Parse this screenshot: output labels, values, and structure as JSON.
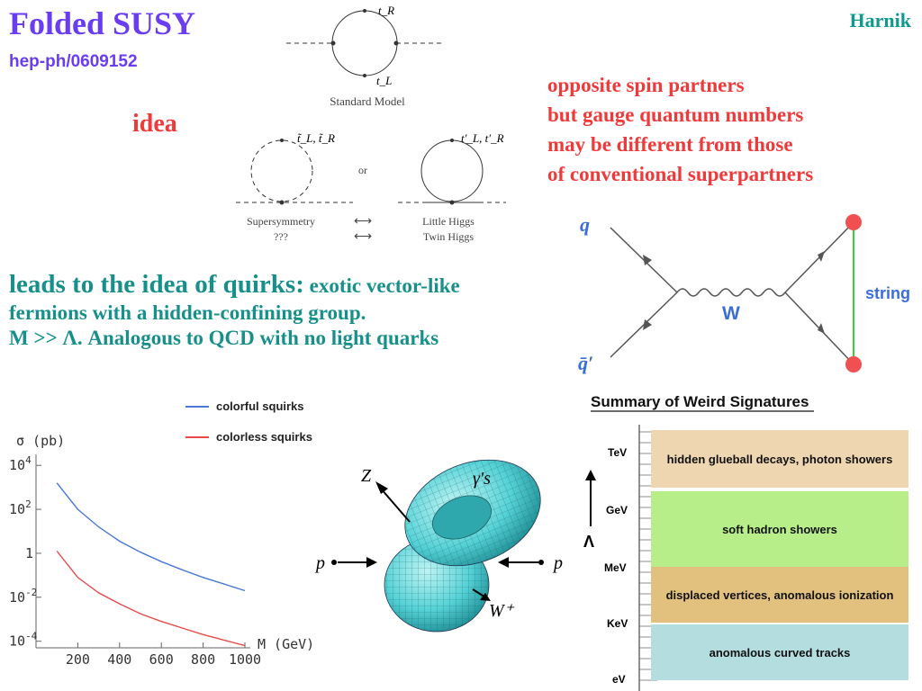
{
  "header": {
    "title": "Folded SUSY",
    "reference": "hep-ph/0609152",
    "author": "Harnik"
  },
  "idea_label": "idea",
  "loops": {
    "sm_top": "t_R",
    "sm_bottom": "t_L",
    "sm_caption": "Standard Model",
    "susy_top": "t̃_L, t̃_R",
    "or": "or",
    "lh_top": "t′_L, t′_R",
    "left_caption_1": "Supersymmetry",
    "left_caption_2": "???",
    "arrow_1": "⟷",
    "arrow_2": "⟷",
    "right_caption_1": "Little Higgs",
    "right_caption_2": "Twin Higgs"
  },
  "partners_text": [
    "opposite spin partners",
    "but gauge quantum numbers",
    "may be different from those",
    "of conventional superpartners"
  ],
  "quirks": {
    "line1_main": "leads to the idea of quirks:",
    "line1_small": " exotic vector-like",
    "line2": "fermions with a hidden-confining group.",
    "line3": "M >> Λ. Analogous to QCD with no light quarks"
  },
  "feynman": {
    "q": "q",
    "qbar": "q̄′",
    "w": "W",
    "string": "string"
  },
  "collider": {
    "z": "Z",
    "gammas": "γ's",
    "p_left": "p",
    "p_right": "p",
    "w_plus": "W⁺"
  },
  "summary": {
    "title": "Summary of Weird Signatures",
    "lambda": "Λ",
    "scale_labels": [
      "TeV",
      "GeV",
      "MeV",
      "KeV",
      "eV"
    ],
    "bands": [
      {
        "label": "hidden glueball decays, photon showers",
        "color": "#eed6b0"
      },
      {
        "label": "soft hadron showers",
        "color": "#b8ee8a"
      },
      {
        "label": "displaced vertices, anomalous ionization",
        "color": "#e2c07e"
      },
      {
        "label": "anomalous curved tracks",
        "color": "#b4dde0"
      }
    ]
  },
  "colors": {
    "blue_series": "#4a78d6",
    "red_series": "#e84a4a",
    "title_purple": "#6a3cf2",
    "teal": "#17908c",
    "red_text": "#ee3a3a"
  },
  "chart_data": {
    "type": "line",
    "title": "",
    "xlabel": "M (GeV)",
    "ylabel": "σ (pb)",
    "log_y": true,
    "xlim": [
      0,
      1000
    ],
    "ylim_log10": [
      -4.3,
      4.5
    ],
    "x_ticks": [
      "200",
      "400",
      "600",
      "800",
      "1000"
    ],
    "x_tick_values": [
      200,
      400,
      600,
      800,
      1000
    ],
    "y_tick_labels": [
      "10^4",
      "10^2",
      "1",
      "10^-2",
      "10^-4"
    ],
    "y_tick_exponents": [
      4,
      2,
      0,
      -2,
      -4
    ],
    "legend_position": "top-right",
    "series": [
      {
        "name": "colorful squirks",
        "color": "#4a78d6",
        "x": [
          100,
          200,
          300,
          400,
          500,
          600,
          700,
          800,
          900,
          1000
        ],
        "log10_y": [
          3.2,
          2.0,
          1.2,
          0.55,
          0.05,
          -0.38,
          -0.75,
          -1.1,
          -1.4,
          -1.7
        ]
      },
      {
        "name": "colorless squirks",
        "color": "#e84a4a",
        "x": [
          100,
          200,
          300,
          400,
          500,
          600,
          700,
          800,
          900,
          1000
        ],
        "log10_y": [
          0.1,
          -1.1,
          -1.8,
          -2.3,
          -2.75,
          -3.1,
          -3.4,
          -3.7,
          -3.95,
          -4.2
        ]
      }
    ]
  }
}
